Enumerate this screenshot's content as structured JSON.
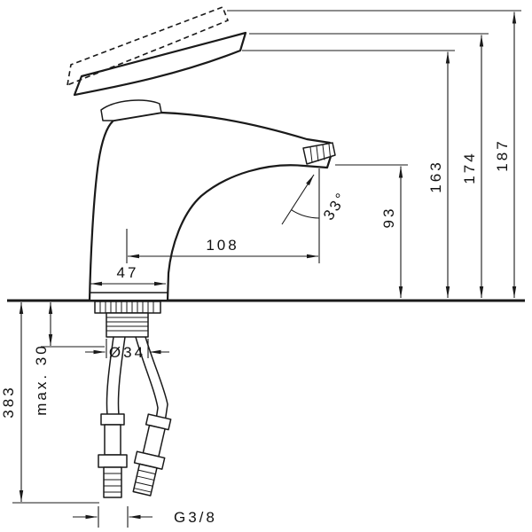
{
  "colors": {
    "background": "#ffffff",
    "line": "#1a1a1a",
    "text": "#111111"
  },
  "drawing": {
    "labels": {
      "height_overall": "187",
      "height_lever": "174",
      "height_body": "163",
      "spout_height": "93",
      "spray_angle": "33°",
      "spout_reach": "108",
      "base_width": "47",
      "hole_diameter": "Ø34",
      "mounting_thickness": "max. 30",
      "hose_length": "383",
      "connection_thread": "G3/8"
    }
  }
}
